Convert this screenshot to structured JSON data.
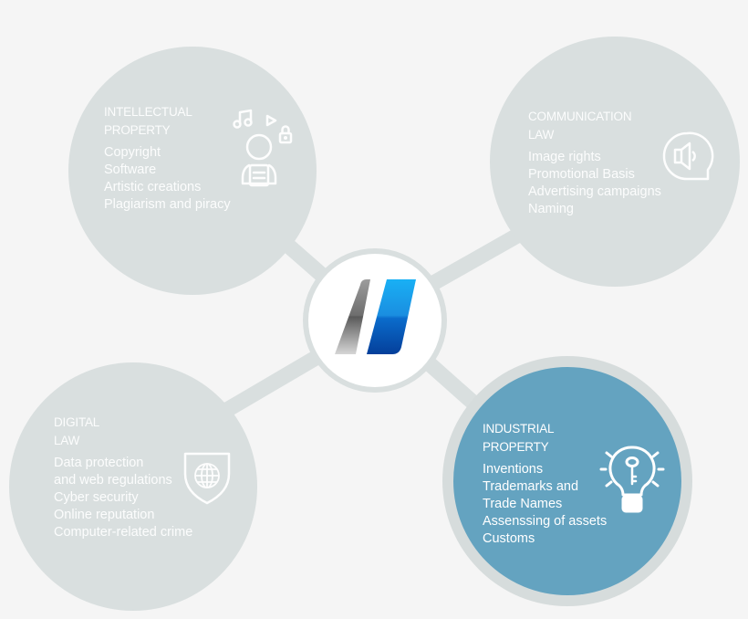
{
  "center": {
    "logo": "brand-logo-double-slash",
    "colors": {
      "grey_slash": "#8a8a8a",
      "blue_slash": "#0a5fc0",
      "blue_highlight": "#1aa8f0"
    }
  },
  "nodes": [
    {
      "id": "intellectual-property",
      "title": "INTELLECTUAL\nPROPERTY",
      "items": [
        "Copyright",
        "Software",
        "Artistic creations",
        "Plagiarism and piracy"
      ],
      "icon": "person-music-lock-icon",
      "highlighted": false
    },
    {
      "id": "communication-law",
      "title": "COMMUNICATION\nLAW",
      "items": [
        "Image rights",
        "Promotional Basis",
        "Advertising campaigns",
        "Naming"
      ],
      "icon": "speaker-bubble-icon",
      "highlighted": false
    },
    {
      "id": "digital-law",
      "title": "DIGITAL\nLAW",
      "items": [
        "Data protection",
        "and web regulations",
        "Cyber security",
        "Online reputation",
        "Computer-related crime"
      ],
      "icon": "shield-globe-icon",
      "highlighted": false
    },
    {
      "id": "industrial-property",
      "title": "INDUSTRIAL\nPROPERTY",
      "items": [
        "Inventions",
        "Trademarks and",
        "Trade Names",
        "Assenssing of assets",
        "Customs"
      ],
      "icon": "lightbulb-key-icon",
      "highlighted": true
    }
  ],
  "colors": {
    "background": "#f5f5f5",
    "node_grey": "#d9dfdf",
    "node_highlight": "#64a3c0",
    "text": "#ffffff"
  }
}
